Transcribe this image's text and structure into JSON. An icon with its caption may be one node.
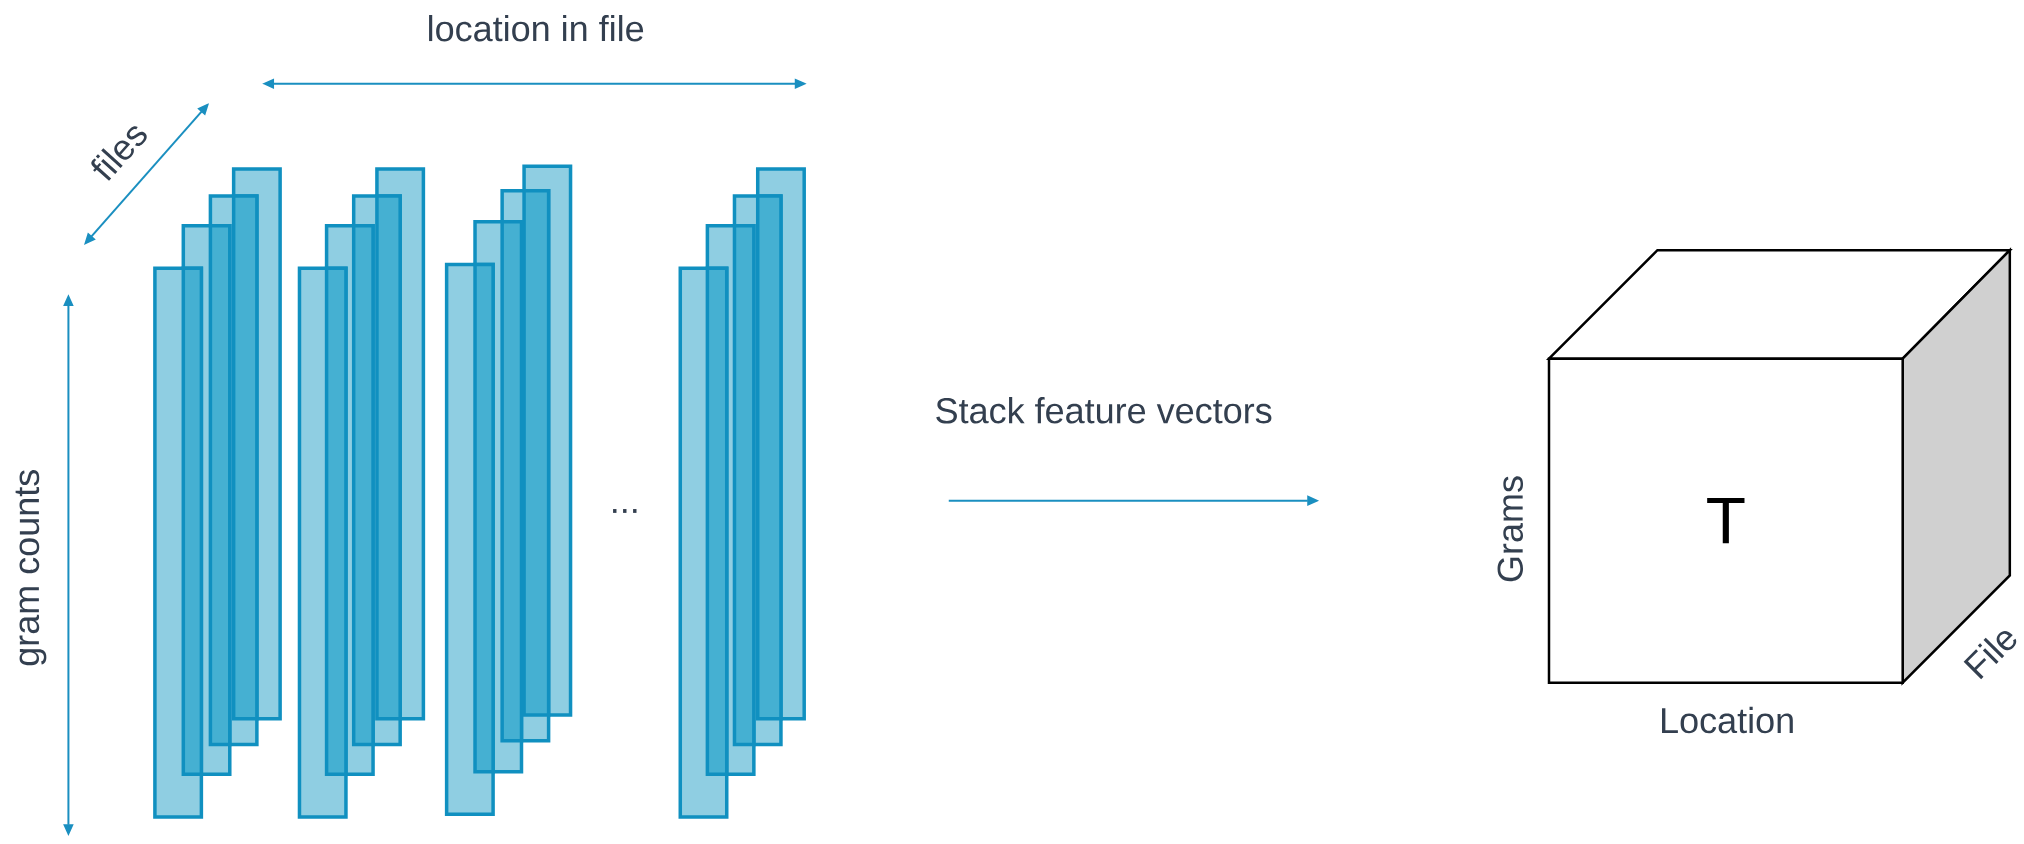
{
  "diagram": {
    "nodes": [
      {
        "text": [
          "T"
        ],
        "beside": [
          "Grams",
          "Location",
          "File"
        ]
      }
    ],
    "labels": [
      "location in file",
      "files",
      "gram counts",
      "...",
      "Stack feature vectors"
    ]
  }
}
